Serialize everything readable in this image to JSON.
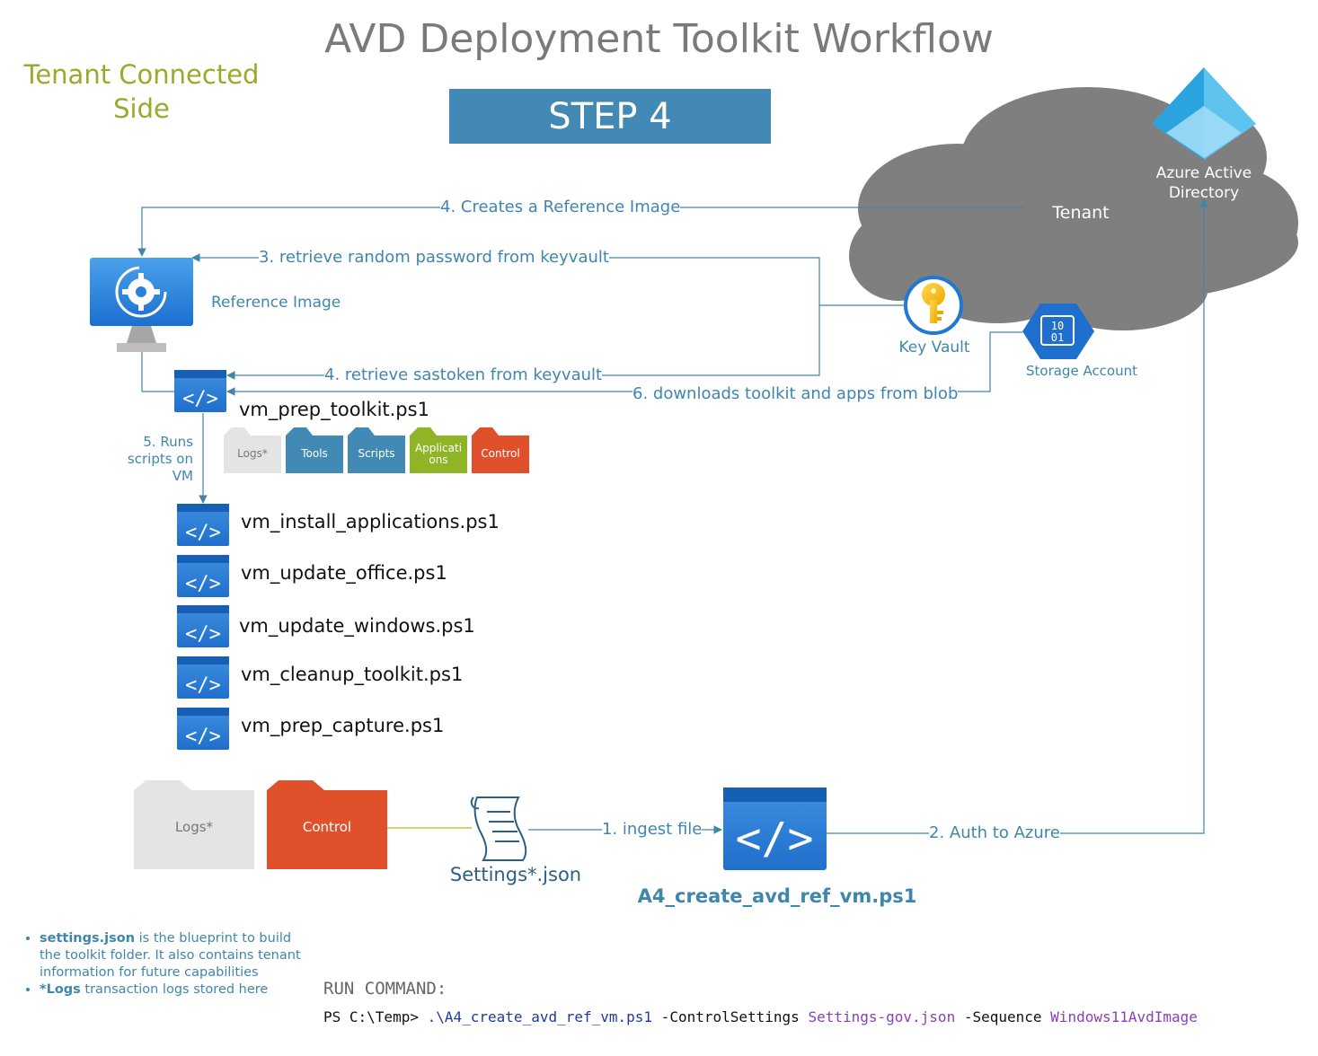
{
  "title": "AVD Deployment Toolkit Workflow",
  "side_label": "Tenant Connected Side",
  "step_label": "STEP 4",
  "cloud": {
    "tenant_label": "Tenant",
    "aad_label_line1": "Azure Active",
    "aad_label_line2": "Directory",
    "key_vault_label": "Key Vault",
    "storage_label": "Storage Account"
  },
  "reference_image_label": "Reference Image",
  "flows": {
    "creates_image": "4. Creates a Reference Image",
    "retrieve_password": "3. retrieve random password from keyvault",
    "retrieve_sastoken": "4. retrieve sastoken from keyvault",
    "downloads_toolkit": "6. downloads toolkit and apps from blob",
    "runs_scripts_line1": "5. Runs",
    "runs_scripts_line2": "scripts on",
    "runs_scripts_line3": "VM",
    "ingest_file": "1. ingest file",
    "auth_azure": "2. Auth to Azure"
  },
  "prep_script": "vm_prep_toolkit.ps1",
  "toolkit_folders": [
    {
      "label": "Logs*",
      "color": "#e4e4e4",
      "text_color": "#777777"
    },
    {
      "label": "Tools",
      "color": "#4289b5",
      "text_color": "#ffffff"
    },
    {
      "label": "Scripts",
      "color": "#4289b5",
      "text_color": "#ffffff"
    },
    {
      "label_line1": "Applicati",
      "label_line2": "ons",
      "color": "#8fb526",
      "text_color": "#ffffff"
    },
    {
      "label": "Control",
      "color": "#e0502a",
      "text_color": "#ffffff"
    }
  ],
  "vm_scripts": [
    "vm_install_applications.ps1",
    "vm_update_office.ps1",
    "vm_update_windows.ps1",
    "vm_cleanup_toolkit.ps1",
    "vm_prep_capture.ps1"
  ],
  "local_folders": {
    "logs": "Logs*",
    "control": "Control"
  },
  "settings_file": "Settings*.json",
  "main_script": "A4_create_avd_ref_vm.ps1",
  "notes": [
    {
      "bold": "settings.json",
      "text": " is the blueprint to build the toolkit folder. It also contains tenant information for future capabilities"
    },
    {
      "bold": "*Logs",
      "text": " transaction logs stored here"
    }
  ],
  "command": {
    "heading": "RUN COMMAND:",
    "prompt": "PS C:\\Temp> ",
    "script": ".\\A4_create_avd_ref_vm.ps1",
    "param1": " -ControlSettings ",
    "value1": "Settings-gov.json",
    "param2": " -Sequence ",
    "value2": "Windows11AvdImage"
  },
  "colors": {
    "accent_blue": "#4289b5",
    "line_blue": "#3f86ae",
    "cloud_gray": "#7f7f7f",
    "control_orange": "#e0502a",
    "apps_green": "#8fb526",
    "side_label_green": "#9aaa2a"
  }
}
